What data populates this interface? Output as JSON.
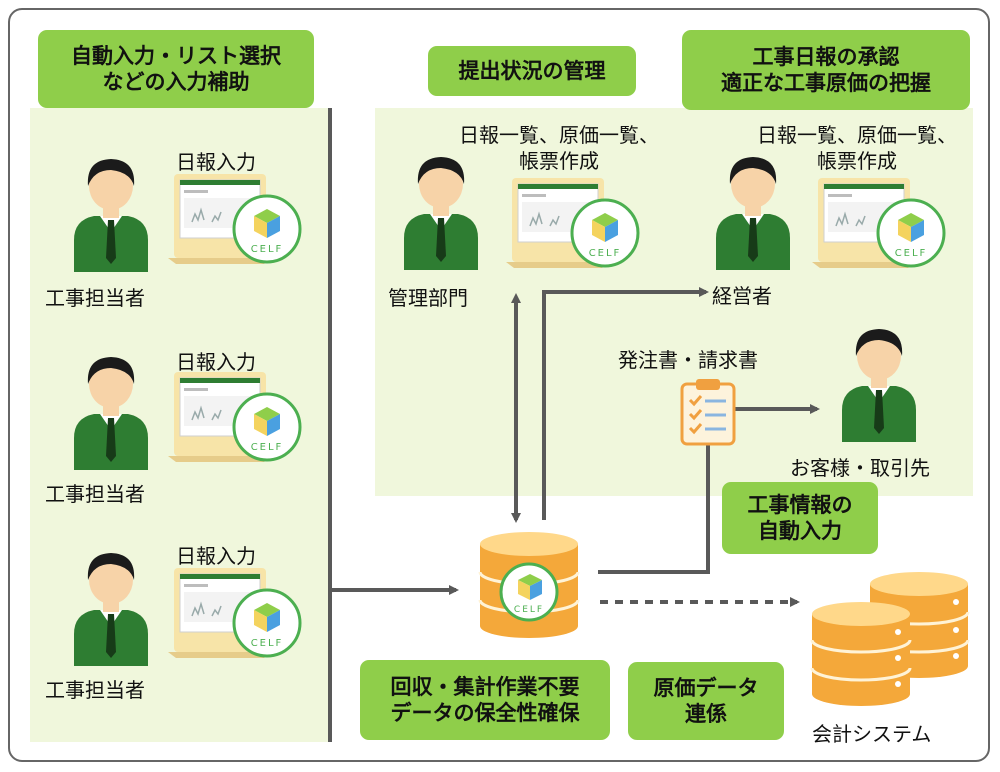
{
  "left": {
    "bubble": [
      "自動入力・リスト選択",
      "などの入力補助"
    ],
    "entries": [
      {
        "input_label": "日報入力",
        "role": "工事担当者"
      },
      {
        "input_label": "日報入力",
        "role": "工事担当者"
      },
      {
        "input_label": "日報入力",
        "role": "工事担当者"
      }
    ]
  },
  "admin": {
    "bubble": "提出状況の管理",
    "caption": [
      "日報一覧、原価一覧、",
      "帳票作成"
    ],
    "role": "管理部門"
  },
  "exec": {
    "bubble": [
      "工事日報の承認",
      "適正な工事原価の把握"
    ],
    "caption": [
      "日報一覧、原価一覧、",
      "帳票作成"
    ],
    "role": "経営者"
  },
  "document": {
    "label": "発注書・請求書"
  },
  "client": {
    "role": "お客様・取引先"
  },
  "auto_input_bubble": [
    "工事情報の",
    "自動入力"
  ],
  "center": {
    "bubble": [
      "回収・集計作業不要",
      "データの保全性確保"
    ]
  },
  "linkage_bubble": [
    "原価データ",
    "連係"
  ],
  "accounting": {
    "label": "会計システム"
  },
  "badge_text": "CELF",
  "colors": {
    "bubble_green": "#8fce4a",
    "zone_green": "#f0f7dc",
    "person_green": "#2e7d32",
    "skin": "#f7d3a8",
    "db_orange": "#f4a83a",
    "db_light": "#ffd88a",
    "arrow_gray": "#595959"
  }
}
